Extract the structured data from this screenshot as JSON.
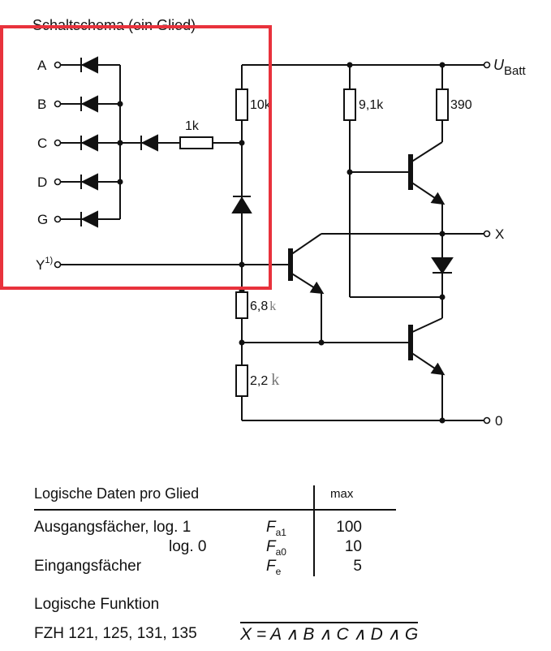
{
  "diagram": {
    "title": "Schaltschema (ein Glied)",
    "inputs": [
      "A",
      "B",
      "C",
      "D",
      "G"
    ],
    "expander_input": "Y",
    "expander_footnote": "1)",
    "supply": "U",
    "supply_sub": "Batt",
    "outputs": [
      "X",
      "0"
    ],
    "resistors": [
      "1k",
      "10k",
      "9,1k",
      "390",
      "6,8",
      "2,2"
    ],
    "resistor_handwritten_suffix": "k",
    "highlight_color": "#e8323c",
    "ink_color": "#111111"
  },
  "table": {
    "header": "Logische Daten pro Glied",
    "col_header": "max",
    "rows": [
      {
        "label": "Ausgangsfächer, log. 1",
        "symbol": "F",
        "sub": "a1",
        "value": "100"
      },
      {
        "label": "log. 0",
        "symbol": "F",
        "sub": "a0",
        "value": "10"
      },
      {
        "label": "Eingangsfächer",
        "symbol": "F",
        "sub": "e",
        "value": "5"
      }
    ]
  },
  "function": {
    "heading": "Logische Funktion",
    "types": "FZH 121, 125, 131, 135",
    "formula": "X = A ∧ B ∧ C ∧ D ∧ G"
  }
}
